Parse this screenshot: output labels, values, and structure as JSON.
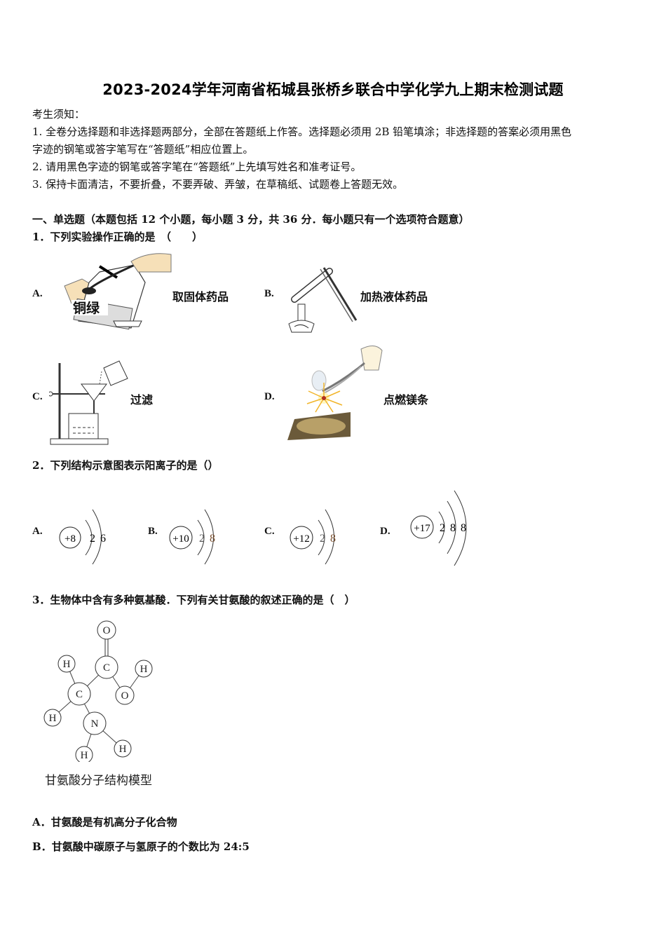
{
  "document": {
    "title": "2023-2024学年河南省柘城县张桥乡联合中学化学九上期末检测试题",
    "notice": {
      "heading": "考生须知：",
      "items": [
        "1. 全卷分选择题和非选择题两部分，全部在答题纸上作答。选择题必须用 2B 铅笔填涂；非选择题的答案必须用黑色",
        "字迹的钢笔或答字笔写在“答题纸”相应位置上。",
        "2. 请用黑色字迹的钢笔或答字笔在“答题纸”上先填写姓名和准考证号。",
        "3. 保持卡面清洁，不要折叠，不要弄破、弄皱，在草稿纸、试题卷上答题无效。"
      ]
    },
    "section": {
      "heading": "一、单选题（本题包括 12 个小题，每小题 3 分，共 36 分．每小题只有一个选项符合题意）"
    },
    "questions": [
      {
        "stem": "1．下列实验操作正确的是　（　　）",
        "options": [
          {
            "letter": "A.",
            "caption": "取固体药品",
            "figure": "solid-reagent-taking",
            "label_in_figure": "铜绿"
          },
          {
            "letter": "B.",
            "caption": "加热液体药品",
            "figure": "heating-liquid"
          },
          {
            "letter": "C.",
            "caption": "过滤",
            "figure": "filtration"
          },
          {
            "letter": "D.",
            "caption": "点燃镁条",
            "figure": "igniting-magnesium"
          }
        ]
      },
      {
        "stem": "2．下列结构示意图表示阳离子的是（）",
        "options": [
          {
            "letter": "A.",
            "nucleus": "+8",
            "shells": [
              "2",
              "6"
            ]
          },
          {
            "letter": "B.",
            "nucleus": "+10",
            "shells": [
              "2",
              "8"
            ]
          },
          {
            "letter": "C.",
            "nucleus": "+12",
            "shells": [
              "2",
              "8"
            ]
          },
          {
            "letter": "D.",
            "nucleus": "+17",
            "shells": [
              "2",
              "8",
              "8"
            ]
          }
        ]
      },
      {
        "stem": "3．生物体中含有多种氨基酸．下列有关甘氨酸的叙述正确的是（　）",
        "figure_caption": "甘氨酸分子结构模型",
        "atoms": [
          "O",
          "C",
          "H",
          "H",
          "C",
          "O",
          "H",
          "N",
          "H",
          "H"
        ],
        "options": [
          {
            "letter": "A．",
            "text": "甘氨酸是有机高分子化合物"
          },
          {
            "letter": "B．",
            "text": "甘氨酸中碳原子与氢原子的个数比为 24:5"
          }
        ]
      }
    ]
  }
}
